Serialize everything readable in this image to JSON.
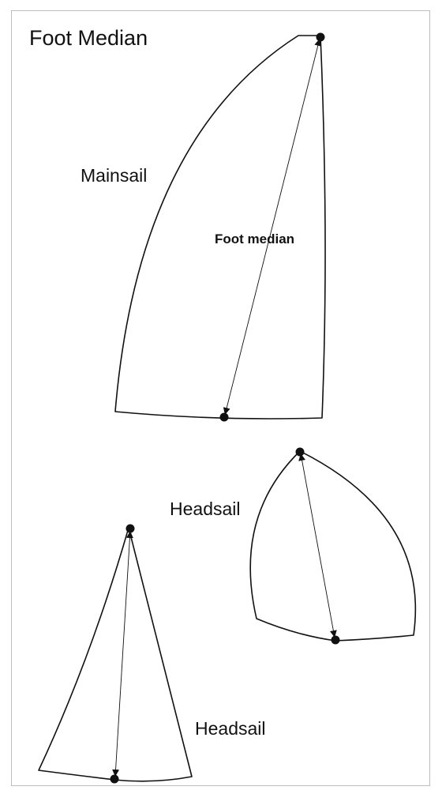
{
  "diagram": {
    "title": "Foot Median",
    "labels": {
      "mainsail": "Mainsail",
      "foot_median": "Foot median",
      "headsail_upper": "Headsail",
      "headsail_lower": "Headsail"
    }
  }
}
